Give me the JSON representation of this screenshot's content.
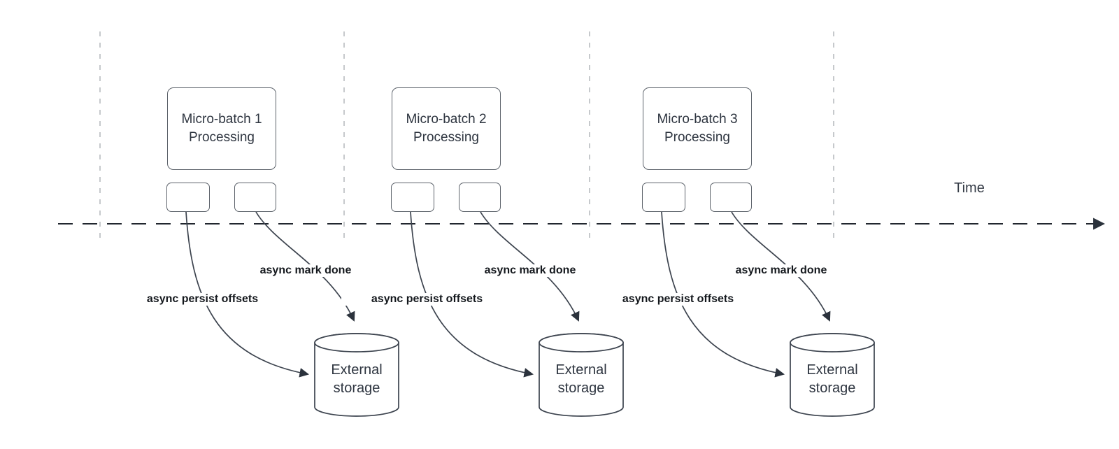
{
  "axis": {
    "time_label": "Time"
  },
  "groups": [
    {
      "box_label": "Micro-batch 1\nProcessing",
      "persist_label": "async persist offsets",
      "done_label": "async mark done",
      "storage_label": "External\nstorage"
    },
    {
      "box_label": "Micro-batch 2\nProcessing",
      "persist_label": "async persist offsets",
      "done_label": "async mark done",
      "storage_label": "External\nstorage"
    },
    {
      "box_label": "Micro-batch 3\nProcessing",
      "persist_label": "async persist offsets",
      "done_label": "async mark done",
      "storage_label": "External\nstorage"
    }
  ],
  "colors": {
    "background": "#ffffff",
    "box_border": "#5d636b",
    "curve_stroke": "#3c434e",
    "axis_stroke": "#21262e",
    "gridline_stroke": "#b4b7bb",
    "box_text": "#2e3540",
    "edge_label_text": "#14181d"
  }
}
